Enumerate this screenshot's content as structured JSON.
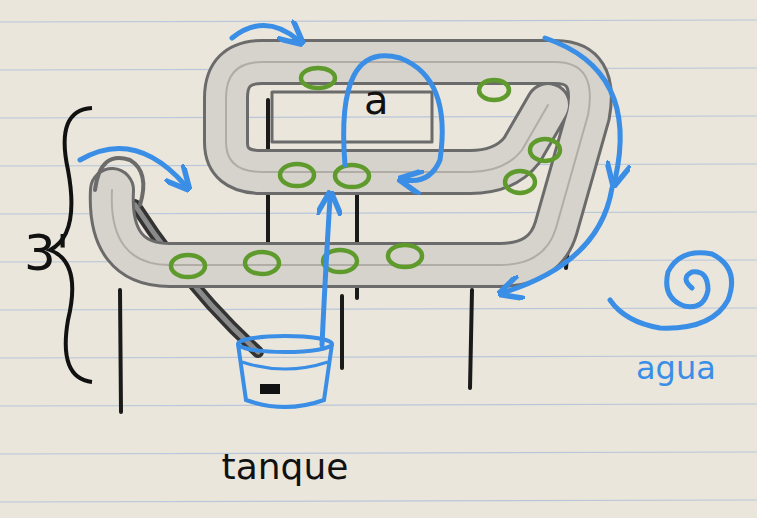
{
  "diagram": {
    "nodes": [
      {
        "text": [
          "tanque"
        ]
      }
    ],
    "labels": [
      "3'",
      "a",
      "agua"
    ]
  }
}
